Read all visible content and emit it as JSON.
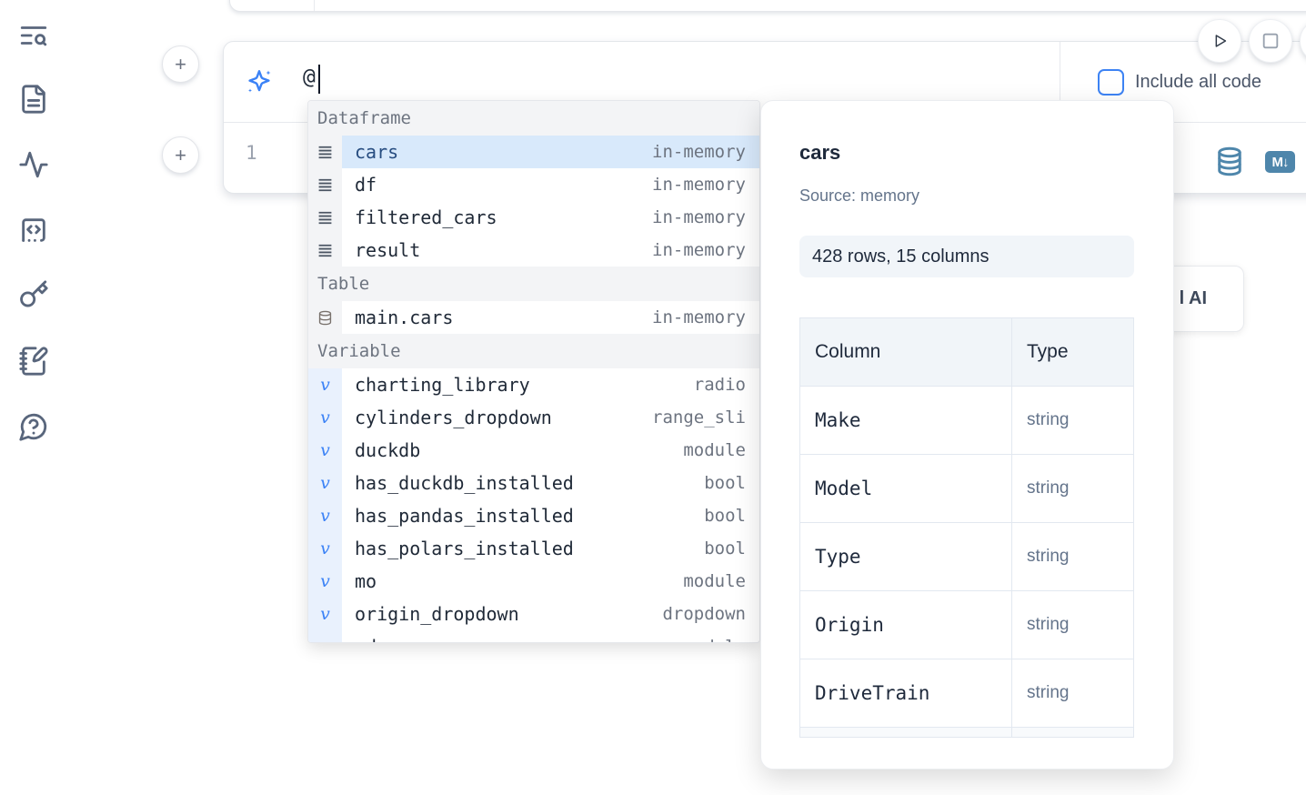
{
  "sidebar": {
    "items": [
      {
        "icon": "list-search-icon"
      },
      {
        "icon": "file-text-icon"
      },
      {
        "icon": "activity-icon"
      },
      {
        "icon": "code-snippet-icon"
      },
      {
        "icon": "key-icon"
      },
      {
        "icon": "notebook-pen-icon"
      },
      {
        "icon": "help-chat-icon"
      }
    ]
  },
  "toolbar": {
    "add_button_glyph": "+"
  },
  "prompt": {
    "value": "@",
    "include_all_code_label": "Include all code",
    "checkbox_checked": false
  },
  "editor": {
    "line_number": "1",
    "icons": [
      "database-icon",
      "markdown-icon"
    ],
    "markdown_badge": "M↓"
  },
  "ai_button": {
    "label": "l AI"
  },
  "completion": {
    "sections": [
      {
        "label": "Dataframe",
        "kind": "dataframe",
        "items": [
          {
            "name": "cars",
            "type": "in-memory",
            "selected": true
          },
          {
            "name": "df",
            "type": "in-memory"
          },
          {
            "name": "filtered_cars",
            "type": "in-memory"
          },
          {
            "name": "result",
            "type": "in-memory"
          }
        ]
      },
      {
        "label": "Table",
        "kind": "table",
        "items": [
          {
            "name": "main.cars",
            "type": "in-memory"
          }
        ]
      },
      {
        "label": "Variable",
        "kind": "variable",
        "items": [
          {
            "name": "charting_library",
            "type": "radio"
          },
          {
            "name": "cylinders_dropdown",
            "type": "range_sli"
          },
          {
            "name": "duckdb",
            "type": "module"
          },
          {
            "name": "has_duckdb_installed",
            "type": "bool"
          },
          {
            "name": "has_pandas_installed",
            "type": "bool"
          },
          {
            "name": "has_polars_installed",
            "type": "bool"
          },
          {
            "name": "mo",
            "type": "module"
          },
          {
            "name": "origin_dropdown",
            "type": "dropdown"
          },
          {
            "name": "pd",
            "type": "module",
            "partial": true
          }
        ]
      }
    ]
  },
  "preview": {
    "title": "cars",
    "source": "Source: memory",
    "shape": "428 rows, 15 columns",
    "table": {
      "headers": [
        "Column",
        "Type"
      ],
      "rows": [
        [
          "Make",
          "string"
        ],
        [
          "Model",
          "string"
        ],
        [
          "Type",
          "string"
        ],
        [
          "Origin",
          "string"
        ],
        [
          "DriveTrain",
          "string"
        ]
      ],
      "has_partial_row": true
    }
  }
}
